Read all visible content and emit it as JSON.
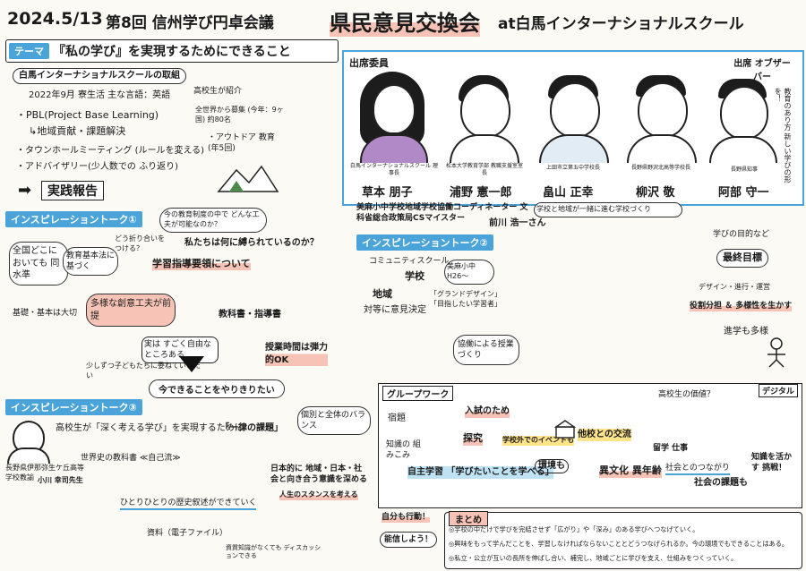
{
  "header": {
    "date": "2024.5/13",
    "session": "第8回 信州学び円卓会議",
    "title": "県民意見交換会",
    "venue": "at白馬インターナショナルスクール"
  },
  "theme": {
    "tag": "テーマ",
    "text": "『私の学び』を実現するためにできること"
  },
  "school": {
    "heading": "白馬インターナショナルスクールの取組",
    "line1": "2022年9月 寮生活 主な言語：英語",
    "line2": "・PBL(Project Base Learning)",
    "line3": "↳地域貢献・課題解決",
    "line4": "・タウンホールミーティング (ルールを変える)",
    "line5": "・アドバイザリー(少人数での ふり返り)",
    "report": "実践報告",
    "note1": "高校生が紹介",
    "note2": "全世界から募集 (今年：9ヶ国) 約80名",
    "note3": "・アウトドア 教育 (年5回)"
  },
  "panel": {
    "heading": "出席委員",
    "observer_heading": "出席 オブザーバー",
    "members": [
      {
        "affiliation": "白馬インターナショナルスクール 理事長",
        "name": "草本 朋子"
      },
      {
        "affiliation": "松本大学教育学部 教職支援室室長",
        "name": "浦野 憲一郎"
      },
      {
        "affiliation": "上田市立第五中学校長",
        "name": "畠山 正幸"
      },
      {
        "affiliation": "長野県野沢北高等学校長",
        "name": "柳沢 敬"
      },
      {
        "affiliation": "長野県知事",
        "name": "阿部 守一"
      }
    ],
    "governor_note": "教育のあり方 新しい学びの形を！"
  },
  "talk1": {
    "tag": "インスピレーショントーク①",
    "q1": "今の教育制度の中で どんな工夫が可能なのか？",
    "q2": "私たちは何に縛られているのか？",
    "a1": "学習指導要領について",
    "b1": "全国どこにおいても 同水準",
    "b2": "教育基本法に基づく",
    "b3": "どう折り合いをつける？",
    "b4": "多様な創意工夫が前提",
    "b5": "基礎・基本は大切",
    "b6": "実は すごく自由なところある",
    "b7": "教科書・指導書",
    "b8": "授業時間は弾力的OK",
    "b9": "少しずつ子どもたちに委ねていきたい",
    "concl": "今できることをやりきりたい"
  },
  "talk2": {
    "tag": "インスピレーショントーク②",
    "speaker_title": "美麻小中学校地域学校協働コーディネーター 文科省総合政策局CSマイスター",
    "speaker": "前川 浩一さん",
    "c1": "コミュニティスクール",
    "c2": "学校",
    "c3": "美麻小中 H26〜",
    "c4": "地域",
    "c5": "対等に意見決定",
    "c6": "「グランドデザイン」 「目指したい学習者」",
    "c7": "協働による授業づくり",
    "c8": "学校と地域が一緒に進む学校づくり",
    "c9": "学びの目的など",
    "c10": "最終目標",
    "c11": "デザイン・進行・運営",
    "c12": "役割分担 ＆ 多様性を生かす",
    "c13": "進学も多様"
  },
  "talk3": {
    "tag": "インスピレーショントーク③",
    "speaker_title": "長野県伊那弥生ケ丘高等学校教諭",
    "speaker": "小川 幸司先生",
    "d1": "高校生が「深く考える学び」を実現するために",
    "d2": "世界史の教科書 ≪自己流≫",
    "d3": "「一律の課題」",
    "d4": "個別と全体のバランス",
    "d5": "ひとりひとりの歴史叙述ができていく",
    "d6": "日本的に 地域・日本・社会と向き合う意識を深める",
    "d7": "人生のスタンスを考える",
    "d8": "資料（電子ファイル）",
    "d9": "資質知識がなくても ディスカッションできる"
  },
  "groupwork": {
    "tag": "グループワーク",
    "g1": "宿題",
    "g2": "知識の 組みこみ",
    "g3": "入試のため",
    "g4": "探究",
    "g5": "学校外でのイベントも",
    "g6": "他校との交流",
    "g7": "異文化 異年齢",
    "g8": "自主学習 「学びたいことを学べる」",
    "g9": "環境も",
    "g10": "社会とのつながり",
    "g11": "社会の課題も",
    "g12": "高校生の価値？",
    "g13": "デジタル",
    "g14": "知識を活かす 挑戦！",
    "g15": "自分も行動！",
    "g16": "能信しよう！",
    "g17": "留学 仕事"
  },
  "summary": {
    "tag": "まとめ",
    "items": [
      "◎学校の中だけで学びを完結させず「広がり」や「深み」のある学びへつなげていく。",
      "◎興味をもって学んだことを、学習しなければならないこととどうつなげられるか。今の環境でもできることはある。",
      "◎私立・公立が互いの長所を伸ばし合い、補完し、地域ごとに学びを支え、仕組みをつくっていく。"
    ]
  },
  "colors": {
    "accent_blue": "#4aa3d9",
    "accent_pink": "#f7c3b6",
    "highlight_yellow": "#ffe48a"
  }
}
